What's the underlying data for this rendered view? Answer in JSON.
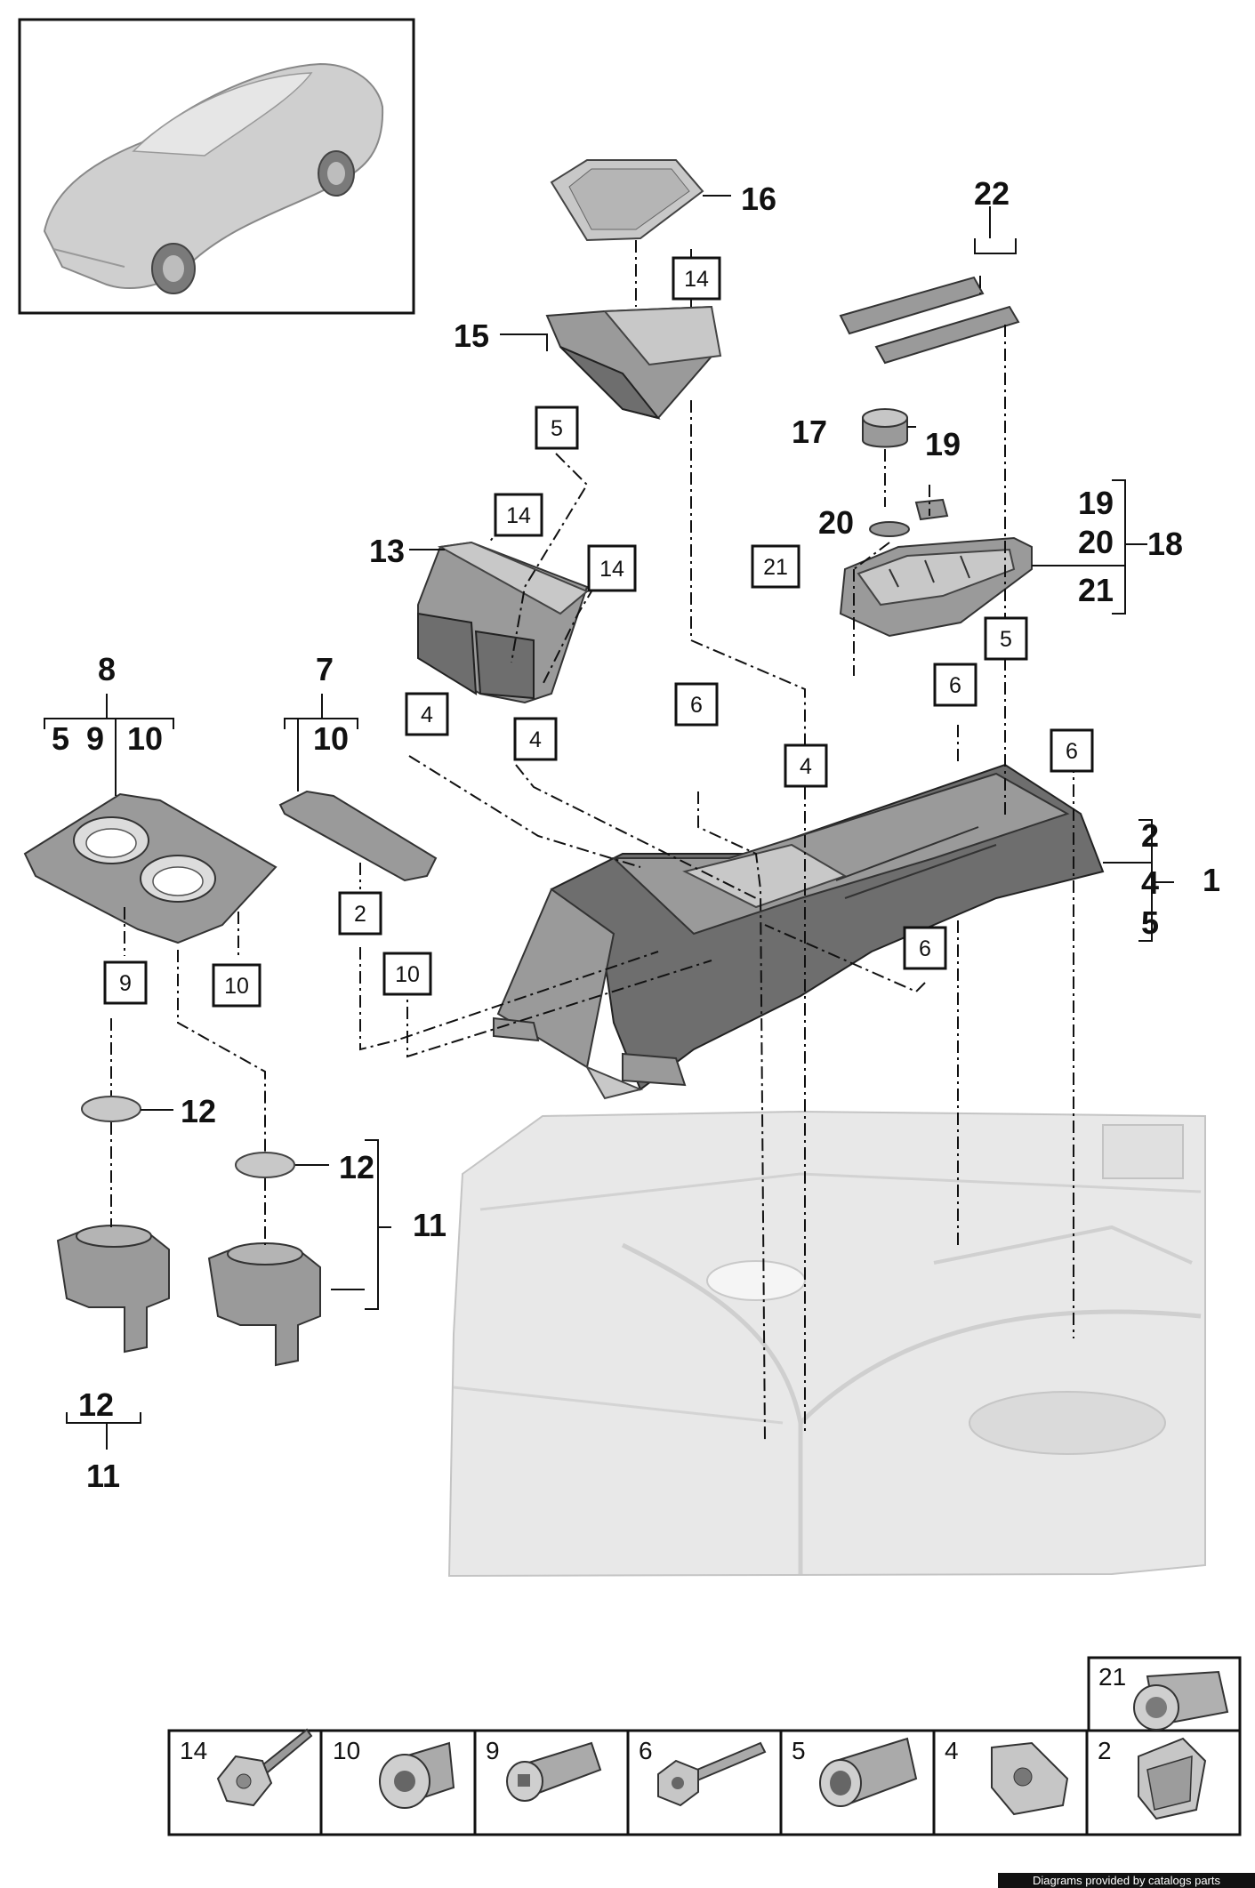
{
  "footer_text": "Diagrams provided by catalogs parts",
  "callouts": [
    {
      "id": "c16",
      "text": "16"
    },
    {
      "id": "c22",
      "text": "22"
    },
    {
      "id": "c15",
      "text": "15"
    },
    {
      "id": "c17",
      "text": "17"
    },
    {
      "id": "c19a",
      "text": "19"
    },
    {
      "id": "c19b",
      "text": "19"
    },
    {
      "id": "c20a",
      "text": "20"
    },
    {
      "id": "c20b",
      "text": "20"
    },
    {
      "id": "c18",
      "text": "18"
    },
    {
      "id": "c21a",
      "text": "21"
    },
    {
      "id": "c13",
      "text": "13"
    },
    {
      "id": "c8",
      "text": "8"
    },
    {
      "id": "c5a",
      "text": "5"
    },
    {
      "id": "c9a",
      "text": "9"
    },
    {
      "id": "c10a",
      "text": "10"
    },
    {
      "id": "c7",
      "text": "7"
    },
    {
      "id": "c10b",
      "text": "10"
    },
    {
      "id": "c2a",
      "text": "2"
    },
    {
      "id": "c4a",
      "text": "4"
    },
    {
      "id": "c5b",
      "text": "5"
    },
    {
      "id": "c1",
      "text": "1"
    },
    {
      "id": "c12a",
      "text": "12"
    },
    {
      "id": "c12b",
      "text": "12"
    },
    {
      "id": "c11a",
      "text": "11"
    },
    {
      "id": "c12c",
      "text": "12"
    },
    {
      "id": "c11b",
      "text": "11"
    }
  ],
  "boxed_labels": [
    {
      "id": "b14a",
      "text": "14"
    },
    {
      "id": "b5a",
      "text": "5"
    },
    {
      "id": "b14b",
      "text": "14"
    },
    {
      "id": "b14c",
      "text": "14"
    },
    {
      "id": "b21",
      "text": "21"
    },
    {
      "id": "b5b",
      "text": "5"
    },
    {
      "id": "b4a",
      "text": "4"
    },
    {
      "id": "b4b",
      "text": "4"
    },
    {
      "id": "b6a",
      "text": "6"
    },
    {
      "id": "b6b",
      "text": "6"
    },
    {
      "id": "b6c",
      "text": "6"
    },
    {
      "id": "b4c",
      "text": "4"
    },
    {
      "id": "b6d",
      "text": "6"
    },
    {
      "id": "b2",
      "text": "2"
    },
    {
      "id": "b10a",
      "text": "10"
    },
    {
      "id": "b9",
      "text": "9"
    },
    {
      "id": "b10b",
      "text": "10"
    }
  ],
  "legend": [
    {
      "id": "l21",
      "text": "21",
      "icon": "grommet-icon"
    },
    {
      "id": "l14",
      "text": "14",
      "icon": "screw-washer-icon"
    },
    {
      "id": "l10",
      "text": "10",
      "icon": "flange-nut-icon"
    },
    {
      "id": "l9",
      "text": "9",
      "icon": "spreader-nut-icon"
    },
    {
      "id": "l6",
      "text": "6",
      "icon": "hex-bolt-icon"
    },
    {
      "id": "l5",
      "text": "5",
      "icon": "expansion-nut-icon"
    },
    {
      "id": "l4",
      "text": "4",
      "icon": "clip-nut-icon"
    },
    {
      "id": "l2",
      "text": "2",
      "icon": "clamp-icon"
    }
  ]
}
